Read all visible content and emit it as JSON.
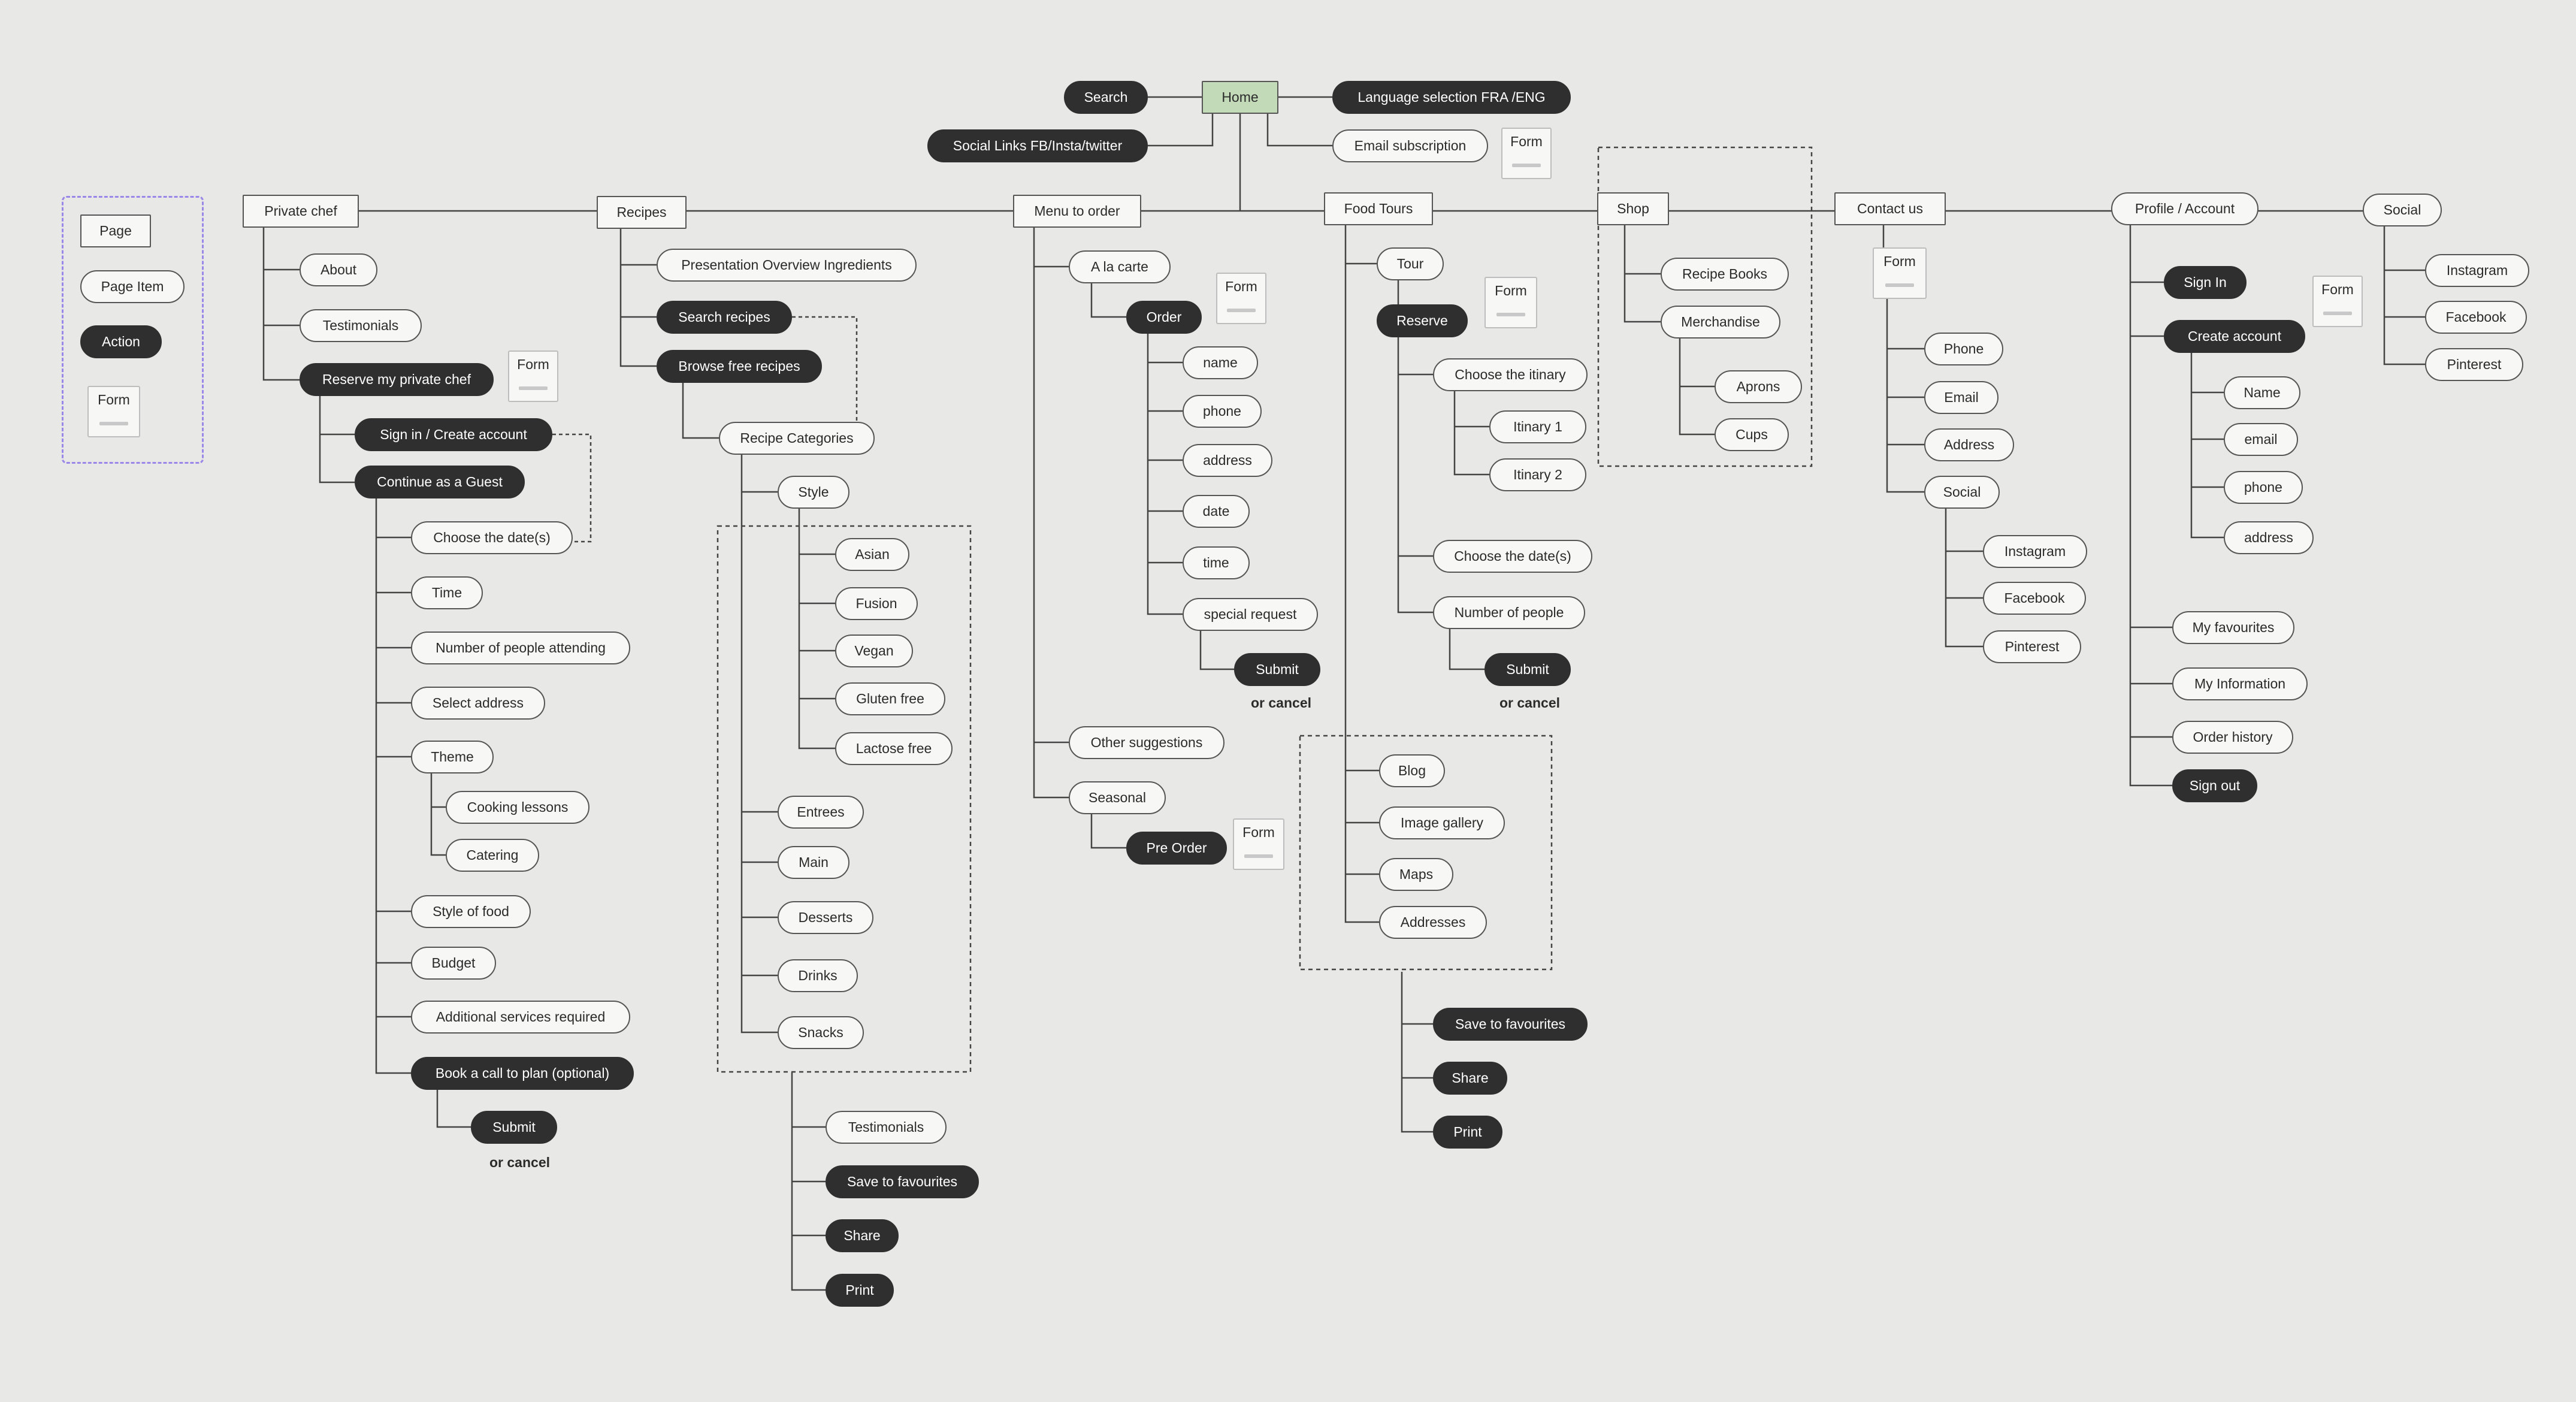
{
  "legend": {
    "page": "Page",
    "page_item": "Page Item",
    "action": "Action",
    "form": "Form"
  },
  "top": {
    "home": "Home",
    "search": "Search",
    "social_links": "Social Links FB/Insta/twitter",
    "language": "Language  selection  FRA /ENG",
    "email_subscription": "Email subscription",
    "form": "Form"
  },
  "private_chef": {
    "title": "Private chef",
    "about": "About",
    "testimonials": "Testimonials",
    "reserve": "Reserve my private chef",
    "form": "Form",
    "sign_in": "Sign in / Create  account",
    "guest": "Continue as a Guest",
    "dates": "Choose the date(s)",
    "time": "Time",
    "people": "Number of people attending",
    "address": "Select address",
    "theme": "Theme",
    "cooking": "Cooking lessons",
    "catering": "Catering",
    "style_food": "Style of food",
    "budget": "Budget",
    "additional": "Additional services required",
    "book_call": "Book a call to plan (optional)",
    "submit": "Submit",
    "or_cancel": "or cancel"
  },
  "recipes": {
    "title": "Recipes",
    "presentation": "Presentation Overview Ingredients",
    "search": "Search recipes",
    "browse": "Browse free recipes",
    "categories": "Recipe Categories",
    "style": "Style",
    "asian": "Asian",
    "fusion": "Fusion",
    "vegan": "Vegan",
    "gluten": "Gluten free",
    "lactose": "Lactose free",
    "entrees": "Entrees",
    "main": "Main",
    "desserts": "Desserts",
    "drinks": "Drinks",
    "snacks": "Snacks",
    "testimonials": "Testimonials",
    "save": "Save to favourites",
    "share": "Share",
    "print": "Print"
  },
  "menu": {
    "title": "Menu to order",
    "a_la_carte": "A la carte",
    "order": "Order",
    "form": "Form",
    "name": "name",
    "phone": "phone",
    "address": "address",
    "date": "date",
    "time": "time",
    "special": "special request",
    "submit": "Submit",
    "or_cancel": "or cancel",
    "other": "Other suggestions",
    "seasonal": "Seasonal",
    "pre_order": "Pre Order",
    "form2": "Form"
  },
  "food_tours": {
    "title": "Food Tours",
    "tour": "Tour",
    "reserve": "Reserve",
    "form": "Form",
    "itinary": "Choose the itinary",
    "itinary1": "Itinary 1",
    "itinary2": "Itinary 2",
    "dates": "Choose the date(s)",
    "people": "Number of people",
    "submit": "Submit",
    "or_cancel": "or cancel",
    "blog": "Blog",
    "gallery": "Image gallery",
    "maps": "Maps",
    "addresses": "Addresses",
    "save": "Save to favourites",
    "share": "Share",
    "print": "Print"
  },
  "shop": {
    "title": "Shop",
    "books": "Recipe Books",
    "merch": "Merchandise",
    "aprons": "Aprons",
    "cups": "Cups"
  },
  "contact": {
    "title": "Contact  us",
    "form": "Form",
    "phone": "Phone",
    "email": "Email",
    "address": "Address",
    "social": "Social",
    "instagram": "Instagram",
    "facebook": "Facebook",
    "pinterest": "Pinterest"
  },
  "profile": {
    "title": "Profile / Account",
    "sign_in": "Sign In",
    "form": "Form",
    "create": "Create  account",
    "name": "Name",
    "email": "email",
    "phone": "phone",
    "address": "address",
    "favourites": "My favourites",
    "information": "My Information",
    "history": "Order  history",
    "sign_out": "Sign out"
  },
  "social": {
    "title": "Social",
    "instagram": "Instagram",
    "facebook": "Facebook",
    "pinterest": "Pinterest"
  }
}
